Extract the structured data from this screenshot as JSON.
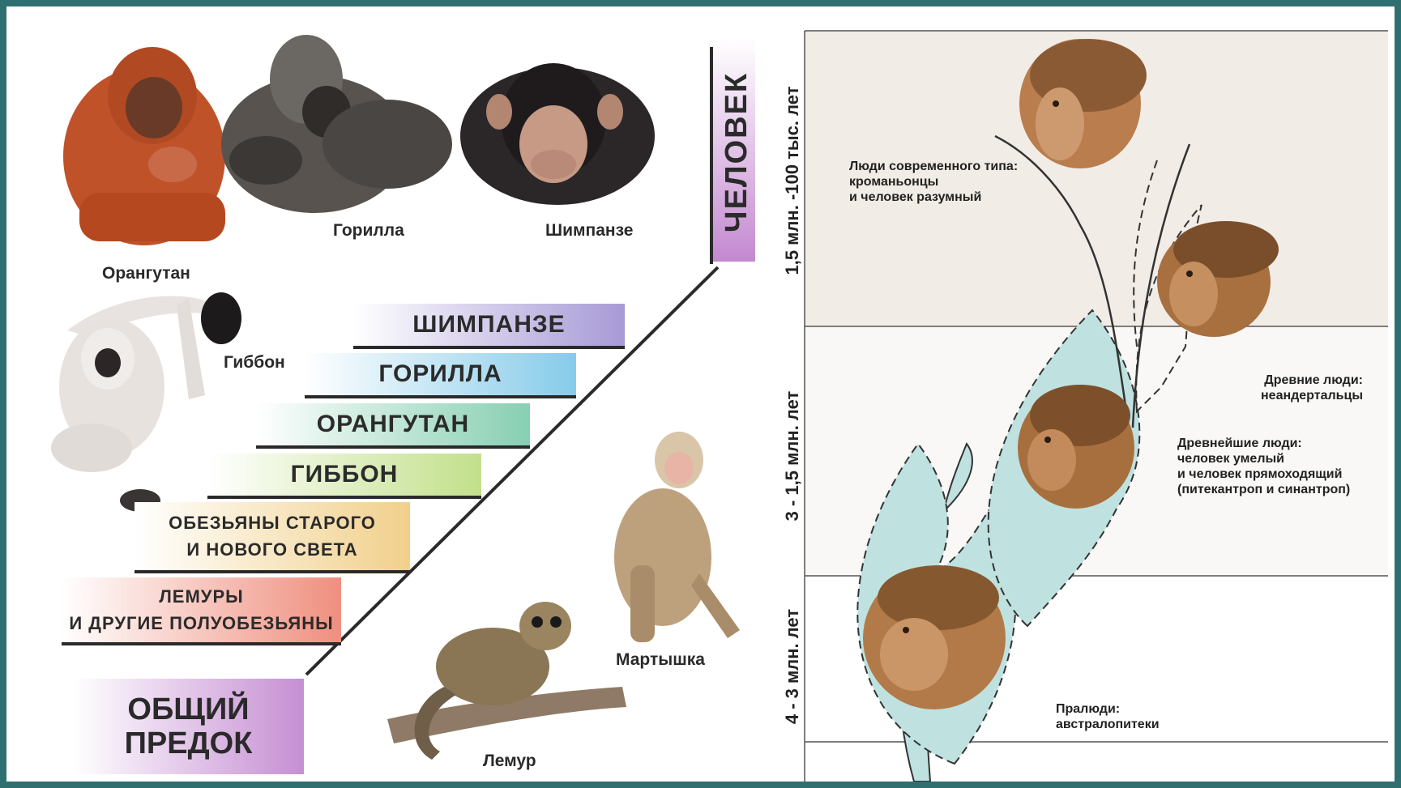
{
  "left": {
    "animals": {
      "orangutan": "Орангутан",
      "gorilla": "Горилла",
      "chimpanzee": "Шимпанзе",
      "gibbon": "Гиббон",
      "macaque": "Мартышка",
      "lemur": "Лемур"
    },
    "human_label": "ЧЕЛОВЕК",
    "steps": {
      "chimpanzee": "ШИМПАНЗЕ",
      "gorilla": "ГОРИЛЛА",
      "orangutan": "ОРАНГУТАН",
      "gibbon": "ГИББОН",
      "monkeys_line1": "ОБЕЗЬЯНЫ СТАРОГО",
      "monkeys_line2": "И НОВОГО СВЕТА",
      "lemurs_line1": "ЛЕМУРЫ",
      "lemurs_line2": "И ДРУГИЕ ПОЛУОБЕЗЬЯНЫ",
      "ancestor_line1": "ОБЩИЙ",
      "ancestor_line2": "ПРЕДОК"
    },
    "colors": {
      "chimpanzee": "#a79ad6",
      "gorilla": "#86cbe9",
      "orangutan": "#87cfb2",
      "gibbon": "#c2e08b",
      "monkeys": "#f1d08b",
      "lemurs": "#ef8f7f",
      "ancestor": "#c68fd3",
      "human": "#c489d0"
    }
  },
  "right": {
    "periods": {
      "top": "1,5 млн. -100 тыс. лет",
      "middle": "3 - 1,5 млн. лет",
      "bottom": "4 - 3 млн. лет"
    },
    "notes": {
      "modern_l1": "Люди современного типа:",
      "modern_l2": "кроманьонцы",
      "modern_l3": "и человек разумный",
      "ancient_l1": "Древние люди:",
      "ancient_l2": "неандертальцы",
      "oldest_l1": "Древнейшие люди:",
      "oldest_l2": "человек умелый",
      "oldest_l3": "и человек прямоходящий",
      "oldest_l4": "(питекантроп и синантроп)",
      "pre_l1": "Пралюди:",
      "pre_l2": "австралопитеки"
    },
    "colors": {
      "band_top": "#f1ece6",
      "leaf": "#bfe2e0"
    }
  }
}
